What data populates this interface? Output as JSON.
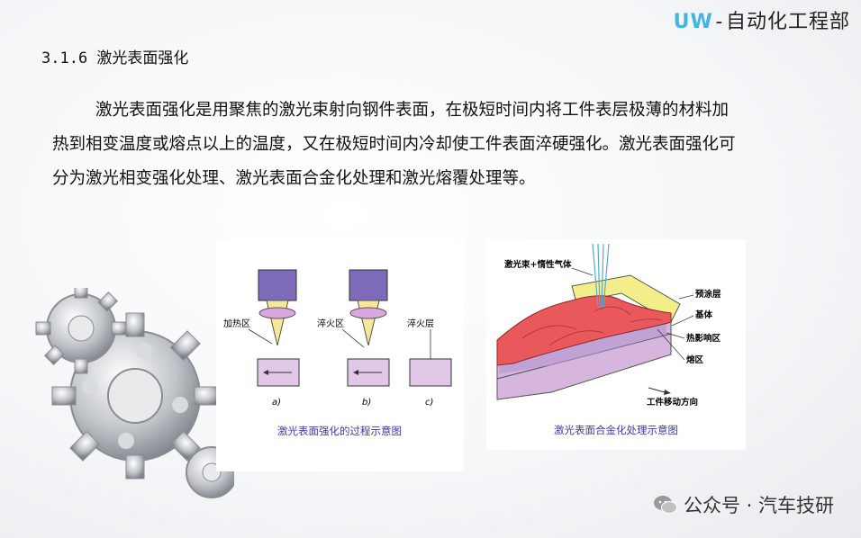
{
  "header": {
    "brand_prefix": "UW",
    "brand_suffix": "-自动化工程部"
  },
  "section": {
    "title": "3.1.6 激光表面强化"
  },
  "body": {
    "paragraph": "激光表面强化是用聚焦的激光束射向钢件表面，在极短时间内将工件表层极薄的材料加热到相变温度或熔点以上的温度，又在极短时间内冷却使工件表面淬硬强化。激光表面强化可分为激光相变强化处理、激光表面合金化处理和激光熔覆处理等。"
  },
  "figure1": {
    "labels": {
      "heat": "加热区",
      "quench": "淬火区",
      "layer": "淬火层"
    },
    "subcaptions": [
      "a)",
      "b)",
      "c)"
    ],
    "caption": "激光表面强化的过程示意图"
  },
  "figure2": {
    "labels": {
      "beam": "激光束+惰性气体",
      "precoat": "预涂层",
      "base": "基体",
      "haz": "热影响区",
      "melt": "熔区",
      "direction": "工件移动方向"
    },
    "caption": "激光表面合金化处理示意图"
  },
  "watermark": {
    "text": "公众号 · 汽车技研"
  },
  "colors": {
    "accent": "#3fb6e6",
    "caption": "#3a3aa0",
    "red": "#e9595c",
    "yellow": "#f3ee8a",
    "violet": "#d7b6dd"
  }
}
